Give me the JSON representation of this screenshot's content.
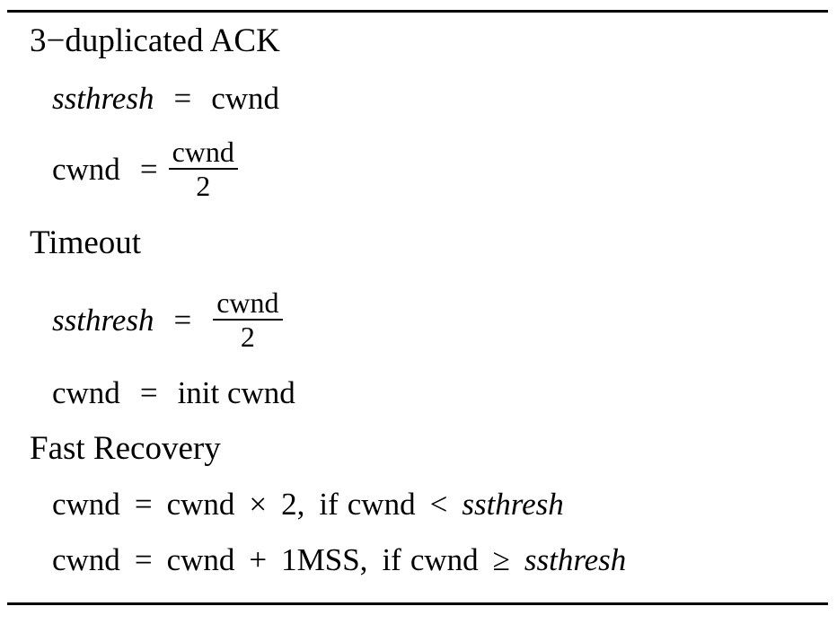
{
  "document": {
    "kind": "algorithm-block",
    "title_visible": false,
    "background_color": "#ffffff",
    "text_color": "#000000",
    "rules": {
      "top": true,
      "bottom": true,
      "color": "#000000"
    }
  },
  "sections": [
    {
      "header": "3−duplicated ACK",
      "lines": [
        {
          "id": "dupack-ssthresh",
          "lhs": "ssthresh",
          "lhs_style": "italic",
          "operator": "=",
          "rhs": "cwnd",
          "rhs_style": "upright",
          "rhs_kind": "text"
        },
        {
          "id": "dupack-cwnd",
          "lhs": "cwnd",
          "lhs_style": "upright",
          "operator": "=",
          "rhs_kind": "fraction",
          "numerator": "cwnd",
          "denominator": "2"
        }
      ]
    },
    {
      "header": "Timeout",
      "lines": [
        {
          "id": "timeout-ssthresh",
          "lhs": "ssthresh",
          "lhs_style": "italic",
          "operator": "=",
          "rhs_kind": "fraction",
          "numerator": "cwnd",
          "denominator": "2"
        },
        {
          "id": "timeout-cwnd",
          "lhs": "cwnd",
          "lhs_style": "upright",
          "operator": "=",
          "rhs": "init  cwnd",
          "rhs_style": "upright",
          "rhs_kind": "text"
        }
      ]
    },
    {
      "header": "Fast Recovery",
      "lines": [
        {
          "id": "fastrec-multiply",
          "lhs": "cwnd",
          "lhs_style": "upright",
          "operator": "=",
          "rhs_kind": "conditional",
          "expr_left": "cwnd",
          "expr_operator": "×",
          "expr_right": "2,",
          "condition_keyword": "if",
          "condition_lhs": "cwnd",
          "condition_operator": "<",
          "condition_rhs": "ssthresh",
          "condition_rhs_style": "italic"
        },
        {
          "id": "fastrec-add",
          "lhs": "cwnd",
          "lhs_style": "upright",
          "operator": "=",
          "rhs_kind": "conditional",
          "expr_left": "cwnd",
          "expr_operator": "+",
          "expr_right": "1MSS,",
          "condition_keyword": "if",
          "condition_lhs": "cwnd",
          "condition_operator": "≥",
          "condition_rhs": "ssthresh",
          "condition_rhs_style": "italic"
        }
      ]
    }
  ]
}
